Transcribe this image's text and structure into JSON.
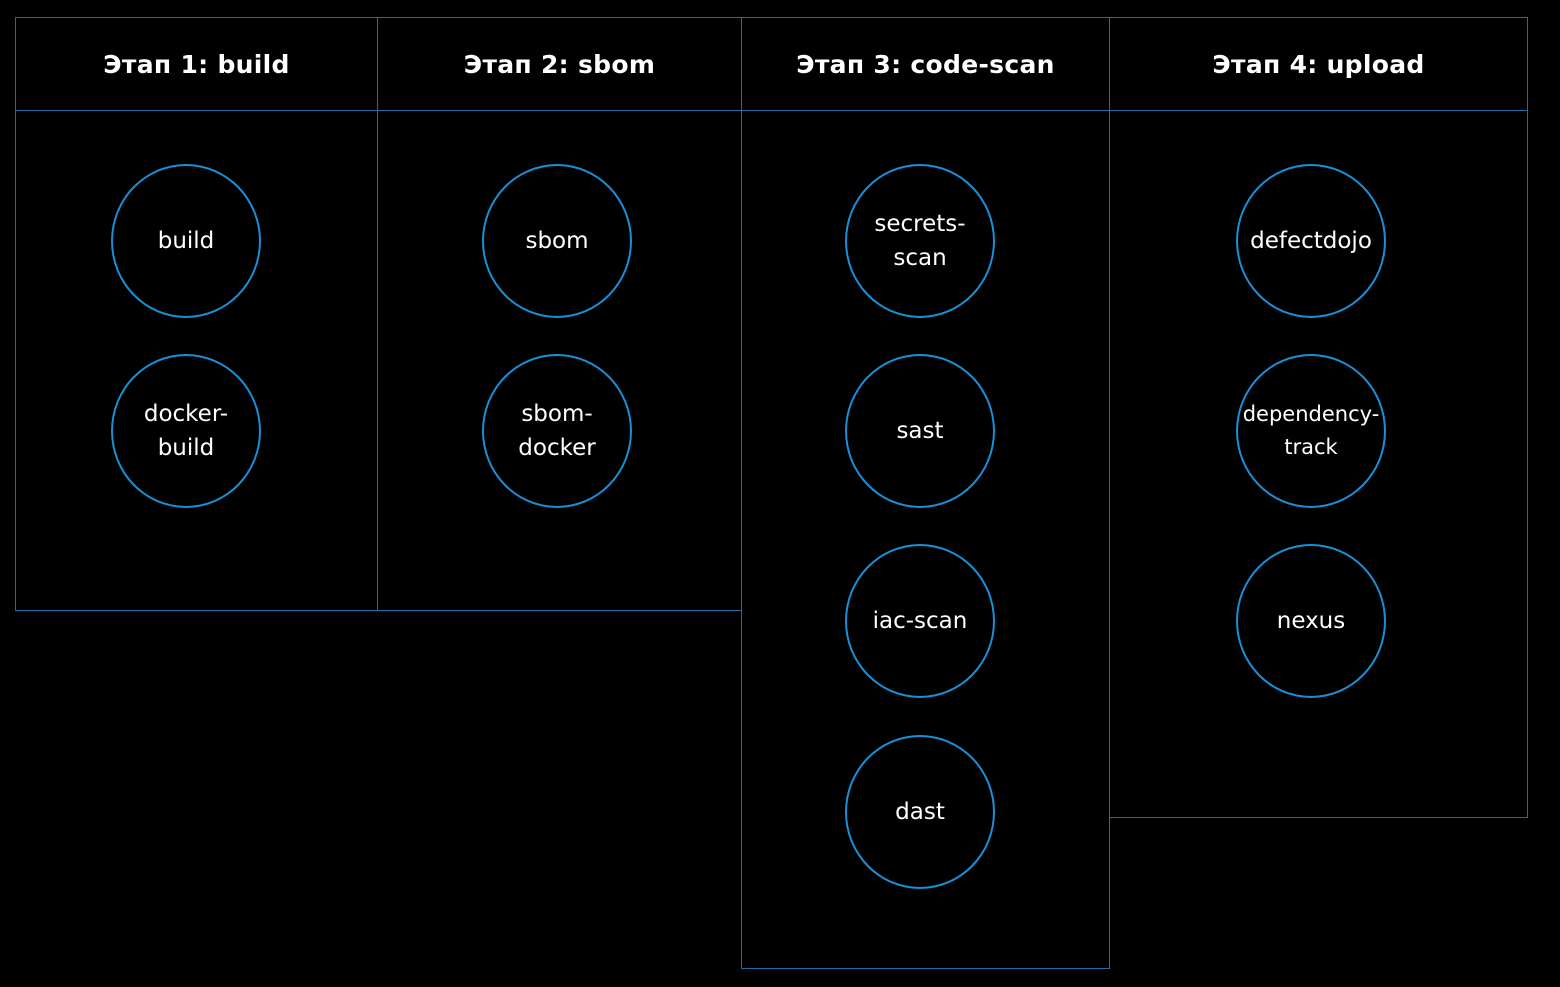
{
  "stages": [
    {
      "title": "Этап 1: build",
      "jobs": [
        "build",
        "docker-\nbuild"
      ]
    },
    {
      "title": "Этап 2: sbom",
      "jobs": [
        "sbom",
        "sbom-\ndocker"
      ]
    },
    {
      "title": "Этап 3: code-scan",
      "jobs": [
        "secrets-\nscan",
        "sast",
        "iac-scan",
        "dast"
      ]
    },
    {
      "title": "Этап 4: upload",
      "jobs": [
        "defectdojo",
        "dependency-\ntrack",
        "nexus"
      ]
    }
  ],
  "colors": {
    "background": "#000000",
    "border": "#1a6fa8",
    "circle": "#1a8fd6",
    "text": "#ffffff"
  }
}
